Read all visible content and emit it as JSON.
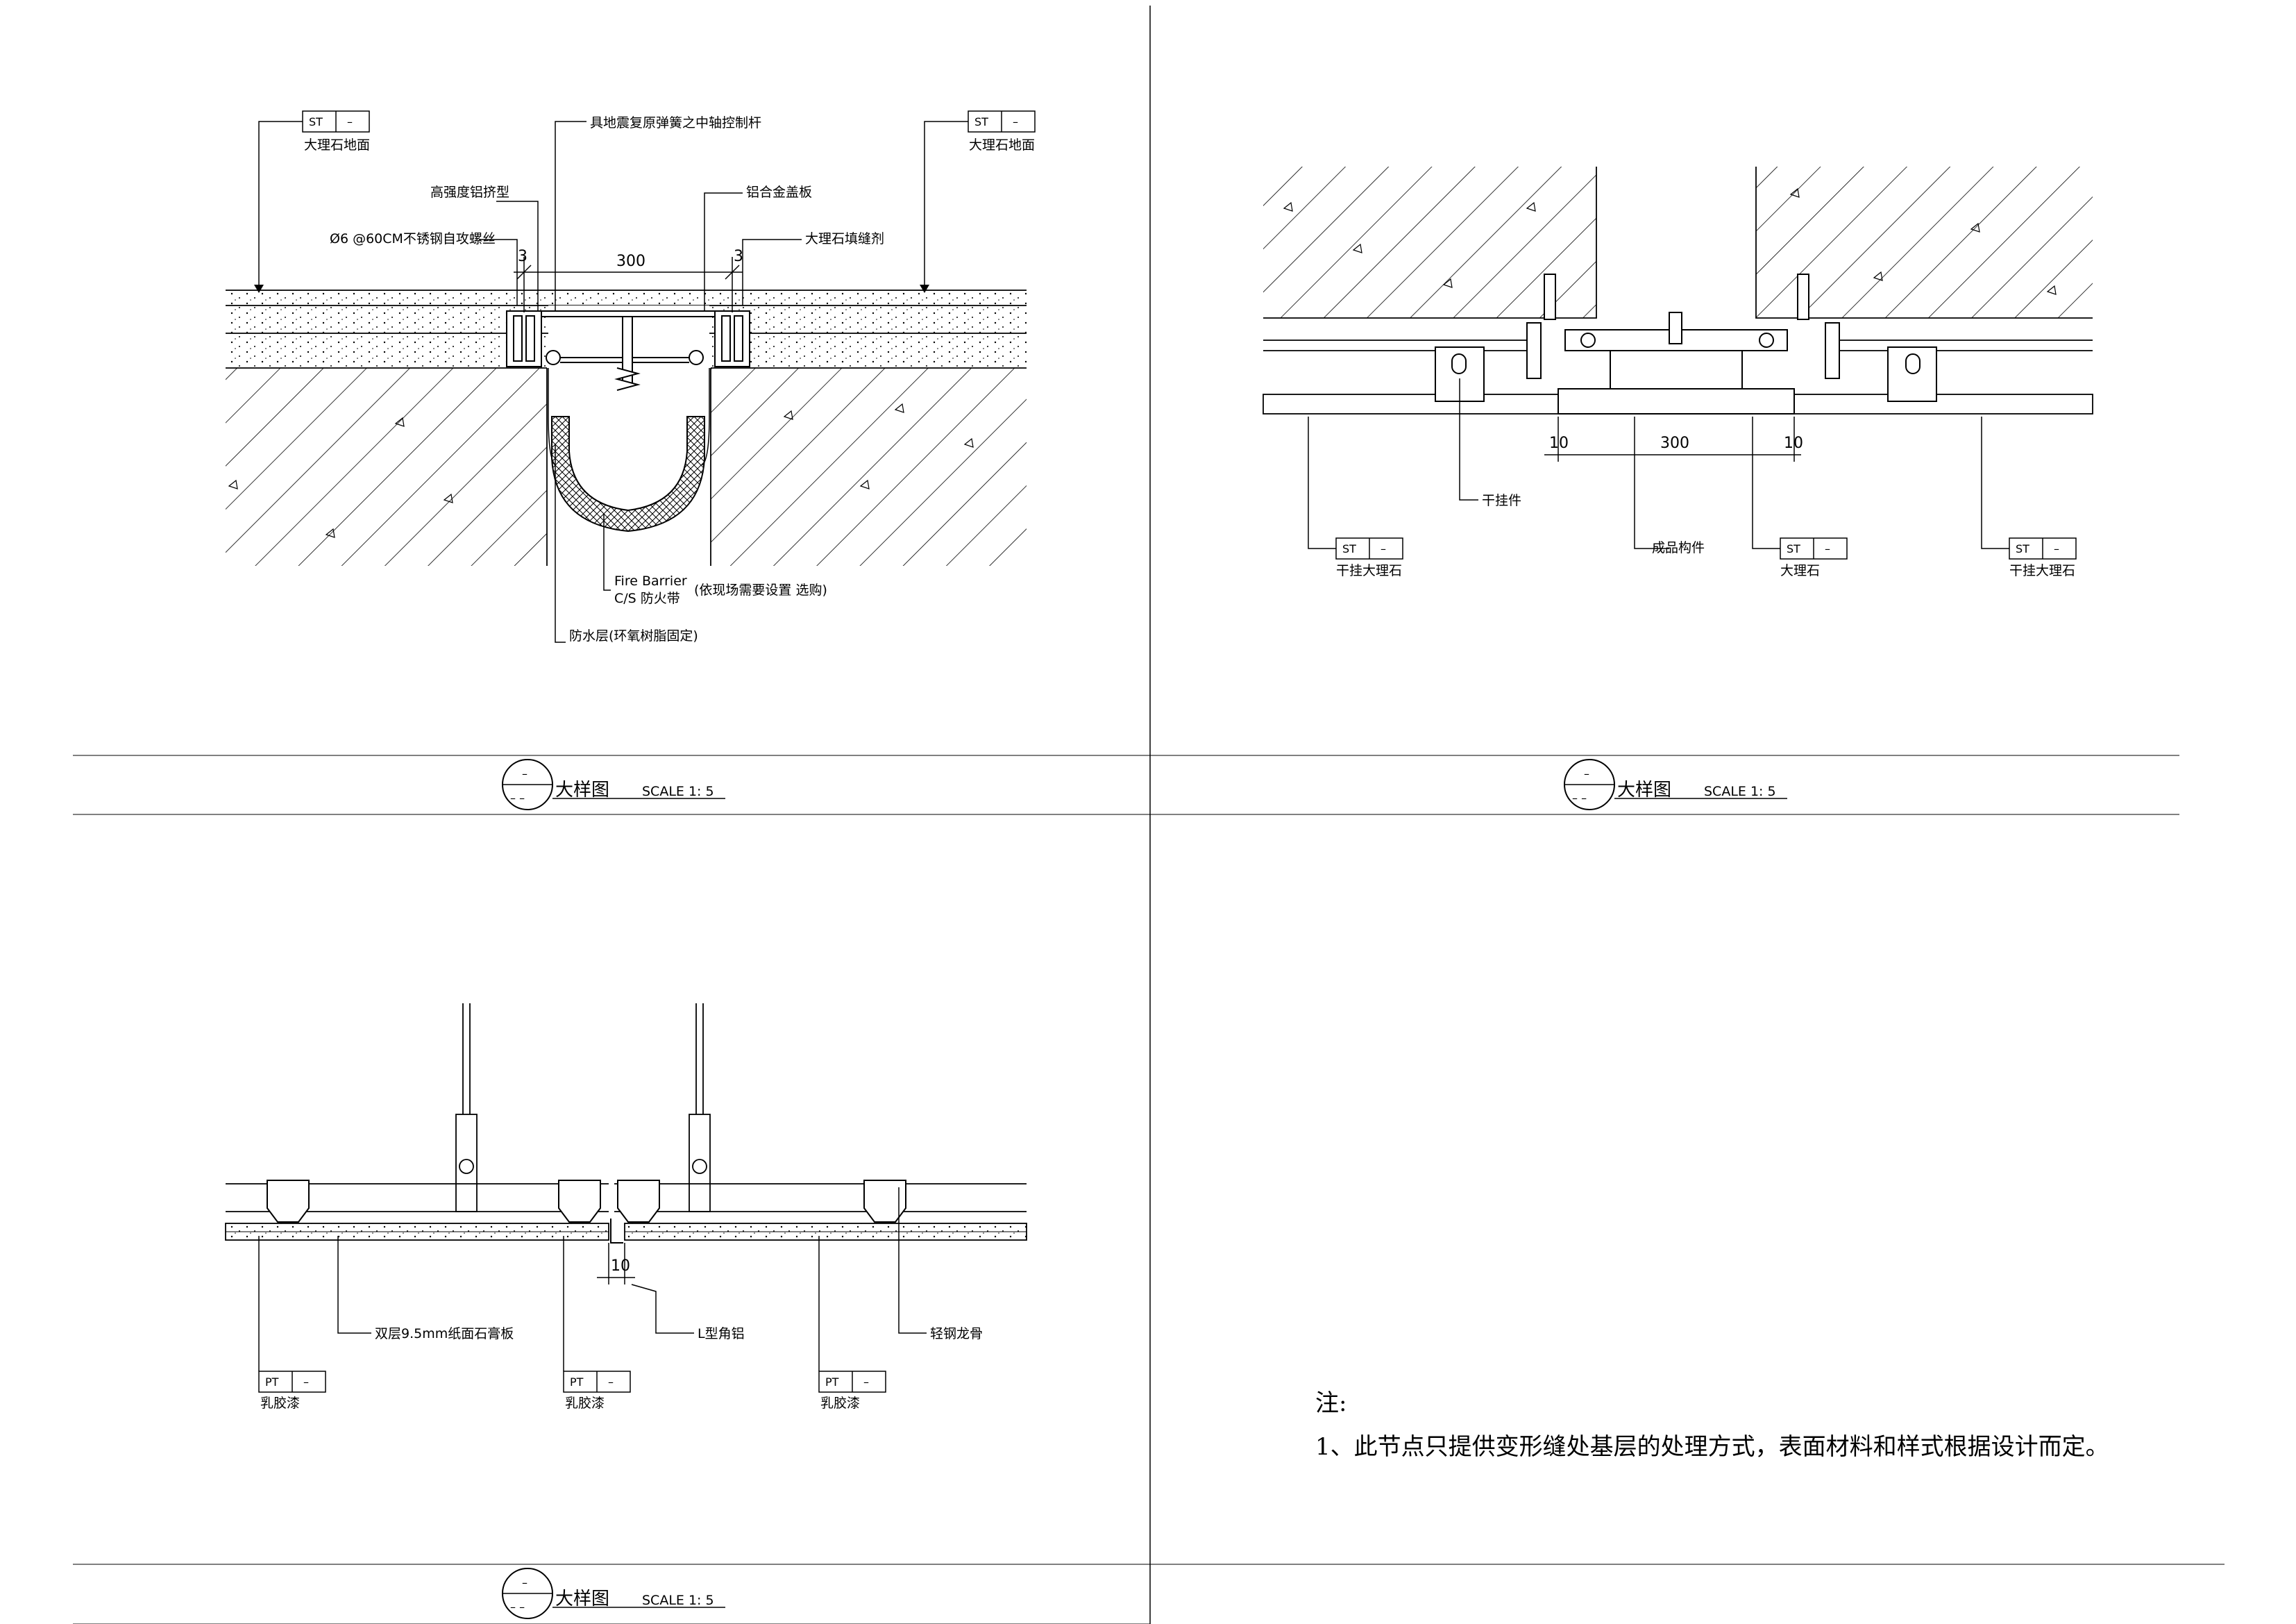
{
  "details": {
    "d1": {
      "labels": {
        "stone_floor_left": "大理石地面",
        "stone_floor_right": "大理石地面",
        "spring_rod": "具地震复原弹簧之中轴控制杆",
        "aluminum_extrusion": "高强度铝挤型",
        "aluminum_cover": "铝合金盖板",
        "screw": "Ø6 @60CM不锈钢自攻螺丝",
        "stone_sealant": "大理石填缝剂",
        "fire_barrier_1": "Fire Barrier",
        "fire_barrier_2": "C/S 防火带",
        "fire_barrier_3": "(依现场需要设置 选购)",
        "waterproof": "防水层(环氧树脂固定)"
      },
      "dims": {
        "width": "300",
        "left_gap": "3",
        "right_gap": "3"
      },
      "tags": {
        "code": "ST",
        "num": "–"
      }
    },
    "d2": {
      "labels": {
        "dry_hang_piece": "干挂件",
        "product_component": "成品构件",
        "dry_hang_marble_left": "干挂大理石",
        "marble": "大理石",
        "dry_hang_marble_right": "干挂大理石"
      },
      "dims": {
        "width": "300",
        "left_gap": "10",
        "right_gap": "10"
      },
      "tags": {
        "code": "ST",
        "num": "–"
      }
    },
    "d3": {
      "labels": {
        "gypsum_board": "双层9.5mm纸面石膏板",
        "l_aluminum": "L型角铝",
        "light_steel_keel": "轻钢龙骨",
        "latex_paint": "乳胶漆"
      },
      "dims": {
        "gap": "10"
      },
      "tags": {
        "code": "PT",
        "num": "–"
      }
    }
  },
  "title_block": {
    "label": "大样图",
    "scale": "SCALE  1: 5",
    "symbol_top": "–",
    "symbol_bottom": "– –"
  },
  "notes": {
    "title": "注:",
    "item1": "1、此节点只提供变形缝处基层的处理方式，表面材料和样式根据设计而定。"
  }
}
